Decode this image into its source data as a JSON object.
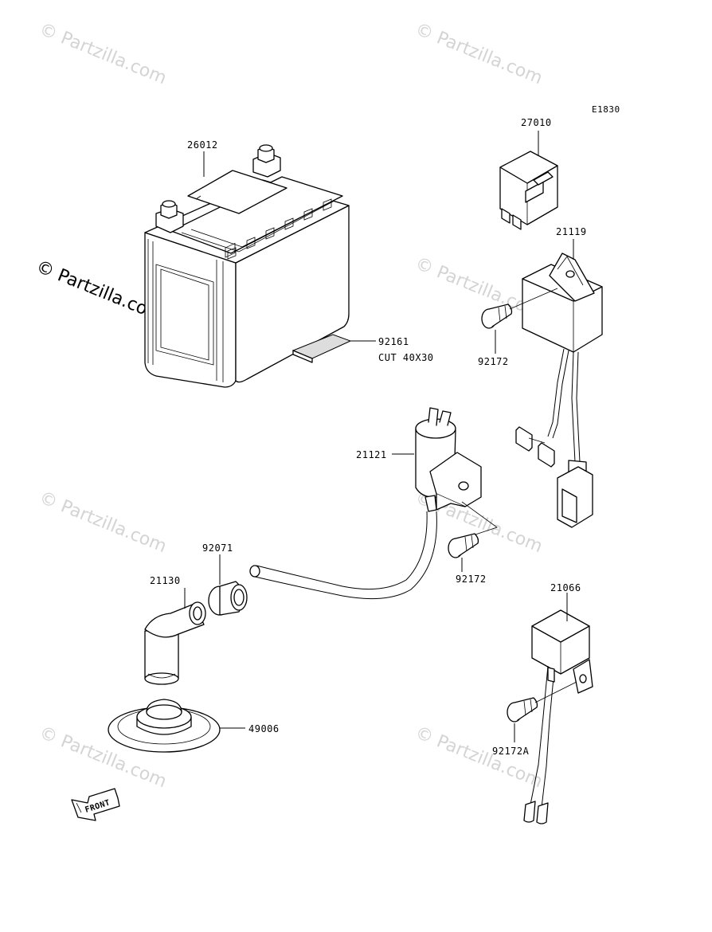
{
  "diagram": {
    "code": "E1830",
    "front_label": "FRONT",
    "watermark": "© Partzilla.com",
    "parts": {
      "battery": "26012",
      "battery_pad": "92161",
      "battery_pad_note": "CUT 40X30",
      "relay": "27010",
      "cdi_unit": "21119",
      "bolt_cdi": "92172",
      "ignition_coil": "21121",
      "bolt_coil": "92172",
      "cap_seal": "92071",
      "plug_cap": "21130",
      "grommet": "49006",
      "regulator": "21066",
      "bolt_regulator": "92172A"
    }
  }
}
